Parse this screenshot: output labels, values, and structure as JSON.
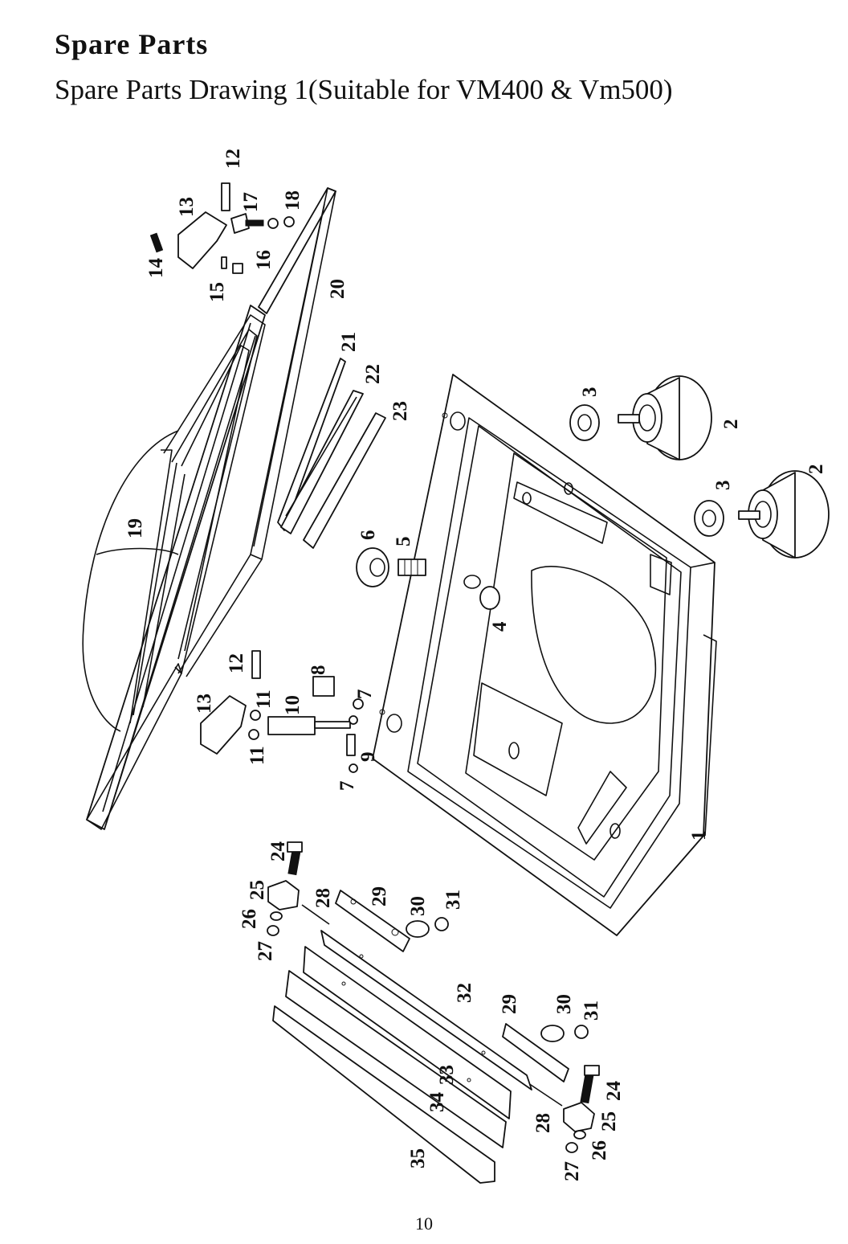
{
  "header": {
    "title": "Spare Parts",
    "subtitle": "Spare Parts Drawing 1(Suitable for VM400 & Vm500)"
  },
  "callouts": [
    {
      "id": "c1",
      "label": "1"
    },
    {
      "id": "c2a",
      "label": "2"
    },
    {
      "id": "c2b",
      "label": "2"
    },
    {
      "id": "c3a",
      "label": "3"
    },
    {
      "id": "c3b",
      "label": "3"
    },
    {
      "id": "c4",
      "label": "4"
    },
    {
      "id": "c5",
      "label": "5"
    },
    {
      "id": "c6",
      "label": "6"
    },
    {
      "id": "c7a",
      "label": "7"
    },
    {
      "id": "c7b",
      "label": "7"
    },
    {
      "id": "c8",
      "label": "8"
    },
    {
      "id": "c9",
      "label": "9"
    },
    {
      "id": "c10",
      "label": "10"
    },
    {
      "id": "c11a",
      "label": "11"
    },
    {
      "id": "c11b",
      "label": "11"
    },
    {
      "id": "c12a",
      "label": "12"
    },
    {
      "id": "c12b",
      "label": "12"
    },
    {
      "id": "c13a",
      "label": "13"
    },
    {
      "id": "c13b",
      "label": "13"
    },
    {
      "id": "c14",
      "label": "14"
    },
    {
      "id": "c15",
      "label": "15"
    },
    {
      "id": "c16",
      "label": "16"
    },
    {
      "id": "c17",
      "label": "17"
    },
    {
      "id": "c18",
      "label": "18"
    },
    {
      "id": "c19",
      "label": "19"
    },
    {
      "id": "c20",
      "label": "20"
    },
    {
      "id": "c21",
      "label": "21"
    },
    {
      "id": "c22",
      "label": "22"
    },
    {
      "id": "c23",
      "label": "23"
    },
    {
      "id": "c24a",
      "label": "24"
    },
    {
      "id": "c24b",
      "label": "24"
    },
    {
      "id": "c25a",
      "label": "25"
    },
    {
      "id": "c25b",
      "label": "25"
    },
    {
      "id": "c26a",
      "label": "26"
    },
    {
      "id": "c26b",
      "label": "26"
    },
    {
      "id": "c27a",
      "label": "27"
    },
    {
      "id": "c27b",
      "label": "27"
    },
    {
      "id": "c28a",
      "label": "28"
    },
    {
      "id": "c28b",
      "label": "28"
    },
    {
      "id": "c29a",
      "label": "29"
    },
    {
      "id": "c29b",
      "label": "29"
    },
    {
      "id": "c30a",
      "label": "30"
    },
    {
      "id": "c30b",
      "label": "30"
    },
    {
      "id": "c31a",
      "label": "31"
    },
    {
      "id": "c31b",
      "label": "31"
    },
    {
      "id": "c32",
      "label": "32"
    },
    {
      "id": "c33",
      "label": "33"
    },
    {
      "id": "c34",
      "label": "34"
    },
    {
      "id": "c35",
      "label": "35"
    }
  ],
  "footer": {
    "page_number": "10"
  }
}
